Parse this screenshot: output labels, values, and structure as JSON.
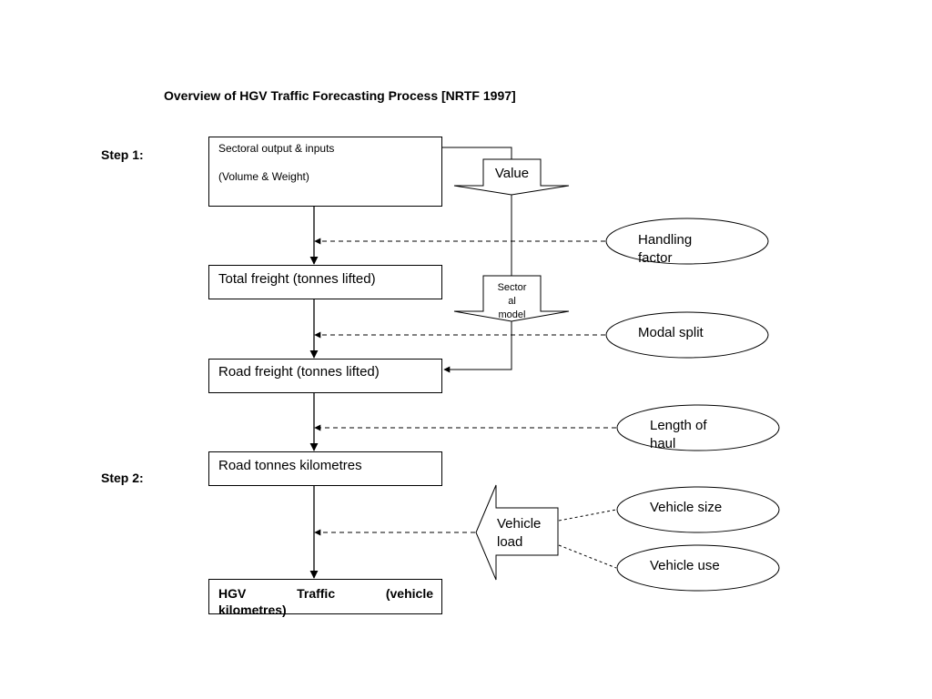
{
  "title": "Overview of HGV Traffic Forecasting Process [NRTF 1997]",
  "steps": {
    "step1": "Step 1:",
    "step2": "Step 2:"
  },
  "boxes": {
    "sectoral_line1": "Sectoral output & inputs",
    "sectoral_line2": "(Volume & Weight)",
    "total_freight": "Total freight (tonnes lifted)",
    "road_freight": "Road freight (tonnes lifted)",
    "road_tonne_km": "Road tonnes kilometres",
    "hgv_word1": "HGV",
    "hgv_word2": "Traffic",
    "hgv_word3": "(vehicle",
    "hgv_line2": "kilometres)"
  },
  "block_arrows": {
    "value": "Value",
    "sectoral_model_line1": "Sector",
    "sectoral_model_line2": "al",
    "sectoral_model_line3": "model",
    "vehicle_load_line1": "Vehicle",
    "vehicle_load_line2": "load"
  },
  "factors": {
    "handling_line1": "Handling",
    "handling_line2": "factor",
    "modal_split": "Modal split",
    "length_line1": "Length of",
    "length_line2": "haul",
    "vehicle_size": "Vehicle size",
    "vehicle_use": "Vehicle use"
  }
}
